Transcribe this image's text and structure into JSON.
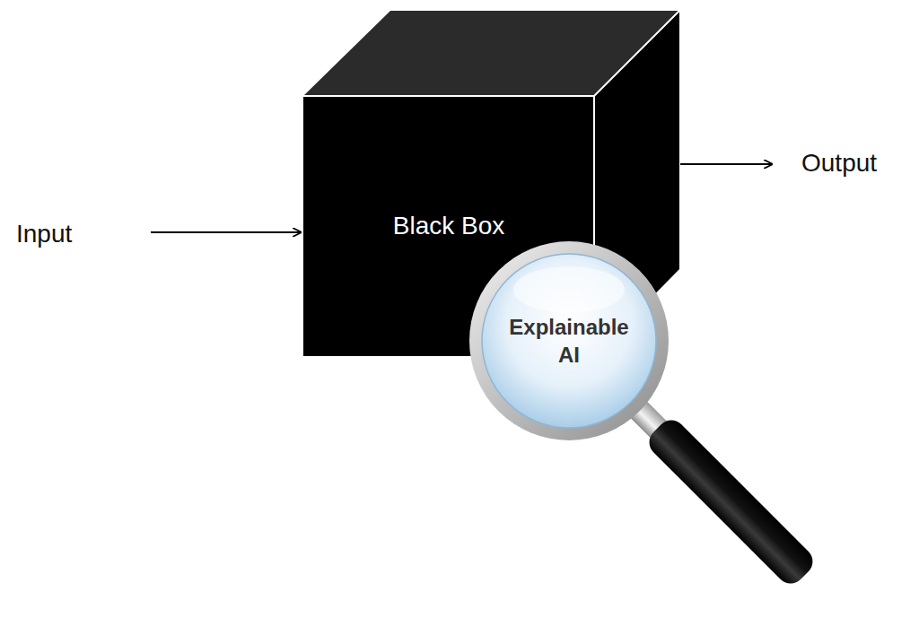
{
  "diagram": {
    "nodes": [
      {
        "text": [
          "Black Box"
        ]
      },
      {
        "text": [
          "Explainable AI"
        ]
      }
    ],
    "labels": [
      "Input",
      "Output"
    ]
  }
}
